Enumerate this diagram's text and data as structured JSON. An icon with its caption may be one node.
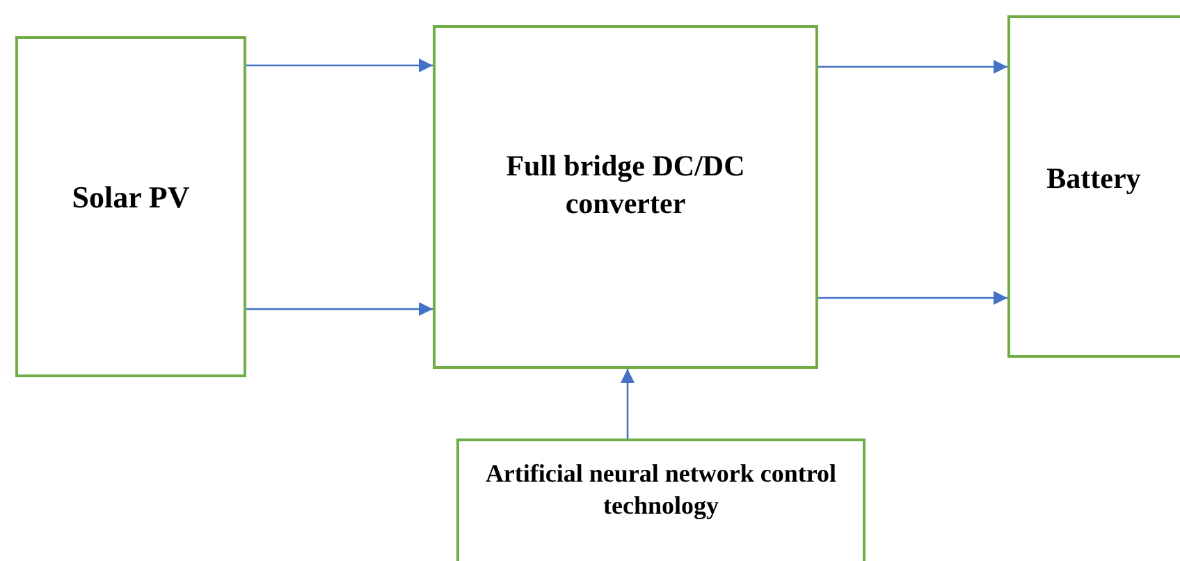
{
  "diagram": {
    "nodes": [
      {
        "text": [
          "Solar PV"
        ]
      },
      {
        "text": [
          "Full bridge DC/DC converter"
        ]
      },
      {
        "text": [
          "Battery"
        ]
      },
      {
        "text": [
          "Artificial neural network control technology"
        ]
      }
    ],
    "edges": [
      {
        "from": 0,
        "to": 1,
        "arrow": "to"
      },
      {
        "from": 0,
        "to": 1,
        "arrow": "to"
      },
      {
        "from": 1,
        "to": 2,
        "arrow": "to"
      },
      {
        "from": 1,
        "to": 2,
        "arrow": "to"
      },
      {
        "from": 3,
        "to": 1,
        "arrow": "to"
      }
    ]
  }
}
